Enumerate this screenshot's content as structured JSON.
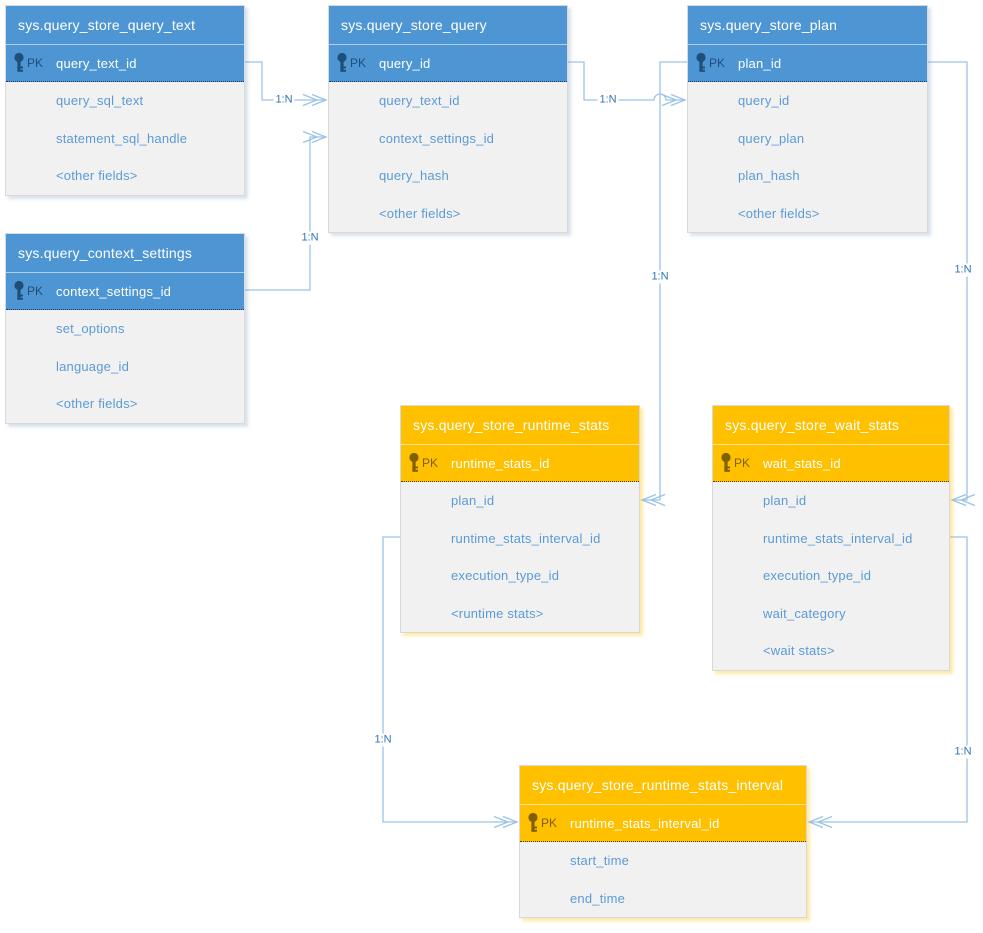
{
  "colors": {
    "blue_header": "#4E96D3",
    "orange_header": "#FFC000",
    "field_text": "#5B9BD5",
    "connector": "#9CC3E7",
    "cardinality_text": "#2E75B6",
    "pk_text_blue": "#1F4E79",
    "pk_text_orange": "#7F6000"
  },
  "entities": [
    {
      "title": "sys.query_store_query_text",
      "theme": "blue",
      "pk": {
        "label": "PK",
        "field": "query_text_id"
      },
      "fields": [
        "query_sql_text",
        "statement_sql_handle",
        "<other fields>"
      ]
    },
    {
      "title": "sys.query_store_query",
      "theme": "blue",
      "pk": {
        "label": "PK",
        "field": "query_id"
      },
      "fields": [
        "query_text_id",
        "context_settings_id",
        "query_hash",
        "<other fields>"
      ]
    },
    {
      "title": "sys.query_store_plan",
      "theme": "blue",
      "pk": {
        "label": "PK",
        "field": "plan_id"
      },
      "fields": [
        "query_id",
        "query_plan",
        "plan_hash",
        "<other fields>"
      ]
    },
    {
      "title": "sys.query_context_settings",
      "theme": "blue",
      "pk": {
        "label": "PK",
        "field": "context_settings_id"
      },
      "fields": [
        "set_options",
        "language_id",
        "<other fields>"
      ]
    },
    {
      "title": "sys.query_store_runtime_stats",
      "theme": "orange",
      "pk": {
        "label": "PK",
        "field": "runtime_stats_id"
      },
      "fields": [
        "plan_id",
        "runtime_stats_interval_id",
        "execution_type_id",
        "<runtime stats>"
      ]
    },
    {
      "title": "sys.query_store_wait_stats",
      "theme": "orange",
      "pk": {
        "label": "PK",
        "field": "wait_stats_id"
      },
      "fields": [
        "plan_id",
        "runtime_stats_interval_id",
        "execution_type_id",
        "wait_category",
        "<wait stats>"
      ]
    },
    {
      "title": "sys.query_store_runtime_stats_interval",
      "theme": "orange",
      "pk": {
        "label": "PK",
        "field": "runtime_stats_interval_id"
      },
      "fields": [
        "start_time",
        "end_time"
      ]
    }
  ],
  "relationships": [
    {
      "label": "1:N",
      "from": "sys.query_store_query_text.query_text_id",
      "to": "sys.query_store_query.query_text_id"
    },
    {
      "label": "1:N",
      "from": "sys.query_context_settings.context_settings_id",
      "to": "sys.query_store_query.context_settings_id"
    },
    {
      "label": "1:N",
      "from": "sys.query_store_query.query_id",
      "to": "sys.query_store_plan.query_id"
    },
    {
      "label": "1:N",
      "from": "sys.query_store_plan.plan_id",
      "to": "sys.query_store_runtime_stats.plan_id"
    },
    {
      "label": "1:N",
      "from": "sys.query_store_plan.plan_id",
      "to": "sys.query_store_wait_stats.plan_id"
    },
    {
      "label": "1:N",
      "from": "sys.query_store_runtime_stats.runtime_stats_interval_id",
      "to": "sys.query_store_runtime_stats_interval.runtime_stats_interval_id"
    },
    {
      "label": "1:N",
      "from": "sys.query_store_wait_stats.runtime_stats_interval_id",
      "to": "sys.query_store_runtime_stats_interval.runtime_stats_interval_id"
    }
  ]
}
